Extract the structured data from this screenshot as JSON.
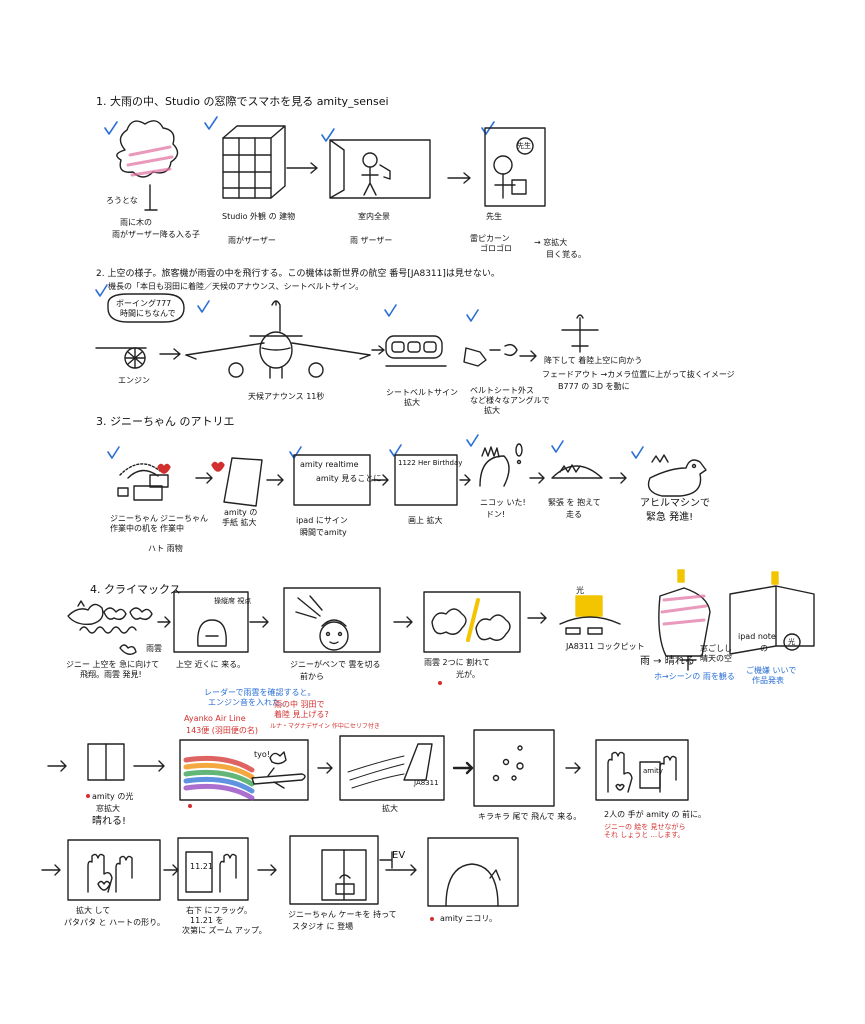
{
  "sections": {
    "s1_title": "1. 大雨の中、Studio の窓際でスマホを見る amity_sensei",
    "s2_title": "2. 上空の様子。旅客機が雨雲の中を飛行する。この機体は新世界の航空 番号[JA8311]は見せない。",
    "s2_sub": "機長の「本日も羽田に着陸／天候のアナウンス、シートベルトサイン。",
    "s3_title": "3. ジニーちゃん のアトリエ",
    "s4_title": "4. クライマックス"
  },
  "s1": {
    "tree_label": "ろうとな",
    "cap1a": "雨に木の",
    "cap1b": "雨がザーザー降る入る子",
    "cap2a": "Studio 外観 の 建物",
    "cap2b": "雨がザーザー",
    "cap3a": "室内全景",
    "cap3b": "雨 ザーザー",
    "sensei_mark": "先生",
    "cap4a": "先生",
    "cap4b": "雷ピカーン",
    "cap4c": "ゴロゴロ",
    "cap4d": "→ 窓拡大",
    "cap4e": "目く覚る。"
  },
  "s2": {
    "bubble1": "ボーイング777",
    "bubble2": "時間にちなんで",
    "engine": "エンジン",
    "airplane": "天候アナウンス 11秒",
    "seatbelt_a": "シートベルトサイン",
    "seatbelt_b": "拡大",
    "cabin_a": "ベルトシート外ス",
    "cabin_b": "など様々なアングルで",
    "cabin_c": "拡大",
    "note1": "降下して 着陸上空に向かう",
    "note2": "フェードアウト →カメラ位置に上がって抜くイメージ",
    "note3": "B777 の 3D を動に"
  },
  "s3": {
    "cap1a": "ジニーちゃん",
    "cap1b": "作業中の机を",
    "cap1c": "ジニーちゃん",
    "cap1d": "作業中",
    "cap1e": "ハト 雨物",
    "cap2a": "amity の",
    "cap2b": "手紙 拡大",
    "screen_line1": "amity realtime",
    "screen_line2": "amity 見ることに",
    "cap3a": "ipad にサイン",
    "cap3b": "瞬間でamity",
    "screen4": "1122 Her Birthday",
    "cap4": "画上 拡大",
    "cap5a": "ニコッ いた!",
    "cap5b": "ドン!",
    "cap6a": "緊張 を 抱えて",
    "cap6b": "走る",
    "cap7a": "アヒルマシンで",
    "cap7b": "緊急 発進!"
  },
  "s4": {
    "cap1a": "ジニー 上空を 急に向けて",
    "cap1b": "飛翔。雨雲 発見!",
    "cloud_label": "雨雲",
    "frame2_top": "操縦席 視点",
    "cap2": "上空 近くに 来る。",
    "blue1": "レーダーで雨雲を確認すると。",
    "blue2": "エンジン音を入れた。",
    "cap3a": "ジニーがペンで 雲を切る",
    "cap3b": "前から",
    "cap4a": "雨雲 2つに 割れて",
    "cap4b": "光が。",
    "sun": "光",
    "cap5": "JA8311 コックピット",
    "cap6a": "雨 → 晴れる",
    "cap6b": "窓ごしし",
    "cap6c": "晴天の空",
    "blue3": "ホ→シーンの 雨を観る",
    "cap7a": "ipad note",
    "cap7b": "の",
    "cap7c": "光",
    "blue4": "ご機嫌 いいで",
    "blue5": "作品発表"
  },
  "s5": {
    "cap1a": "amity の光",
    "cap1b": "窓拡大",
    "cap1c": "晴れる!",
    "red_top1": "Ayanko Air Line",
    "red_top2": "143便 (羽田便の名)",
    "red_note1": "雨の中 羽田で",
    "red_note2": "着陸 見上げる?",
    "red_note3": "ルナ・マグナデザイン 作中にセリフ付き",
    "plane_label": "tyo!",
    "tail_code": "JA8311",
    "cap3": "拡大",
    "cap4": "キラキラ 尾で 飛んで 来る。",
    "letter": "amity",
    "cap5": "2人の 手が amity の 前に。",
    "red5a": "ジニーの 絵を 見せながら",
    "red5b": "それ しょうと ...します。"
  },
  "s6": {
    "cap1a": "拡大 して",
    "cap1b": "パタパタ と ハートの形り。",
    "calendar": "11.21",
    "cap2a": "右下 にフラッグ。",
    "cap2b": "11.21 を",
    "cap2c": "次第に ズーム アップ。",
    "cap3a": "ジニーちゃん ケーキを 持って",
    "cap3b": "スタジオ に 登場",
    "ev": "EV",
    "cap4": "amity ニコリ。"
  }
}
